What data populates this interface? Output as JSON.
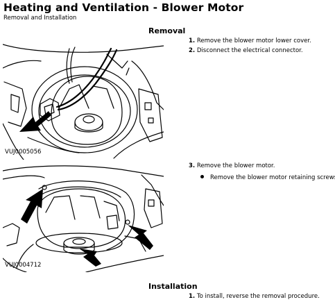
{
  "header": {
    "title": "Heating and Ventilation - Blower Motor",
    "subtitle": "Removal and Installation"
  },
  "removal": {
    "heading": "Removal",
    "figures": [
      {
        "id": "VUJ0005056"
      },
      {
        "id": "VUJ0004712"
      }
    ],
    "steps": [
      {
        "num": "1.",
        "text": "Remove the blower motor lower cover."
      },
      {
        "num": "2.",
        "text": "Disconnect the electrical connector."
      },
      {
        "num": "3.",
        "text": "Remove the blower motor.",
        "bullets": [
          "Remove the blower motor retaining screws."
        ]
      }
    ]
  },
  "installation": {
    "heading": "Installation",
    "steps": [
      {
        "num": "1.",
        "text": "To install, reverse the removal procedure."
      }
    ]
  }
}
